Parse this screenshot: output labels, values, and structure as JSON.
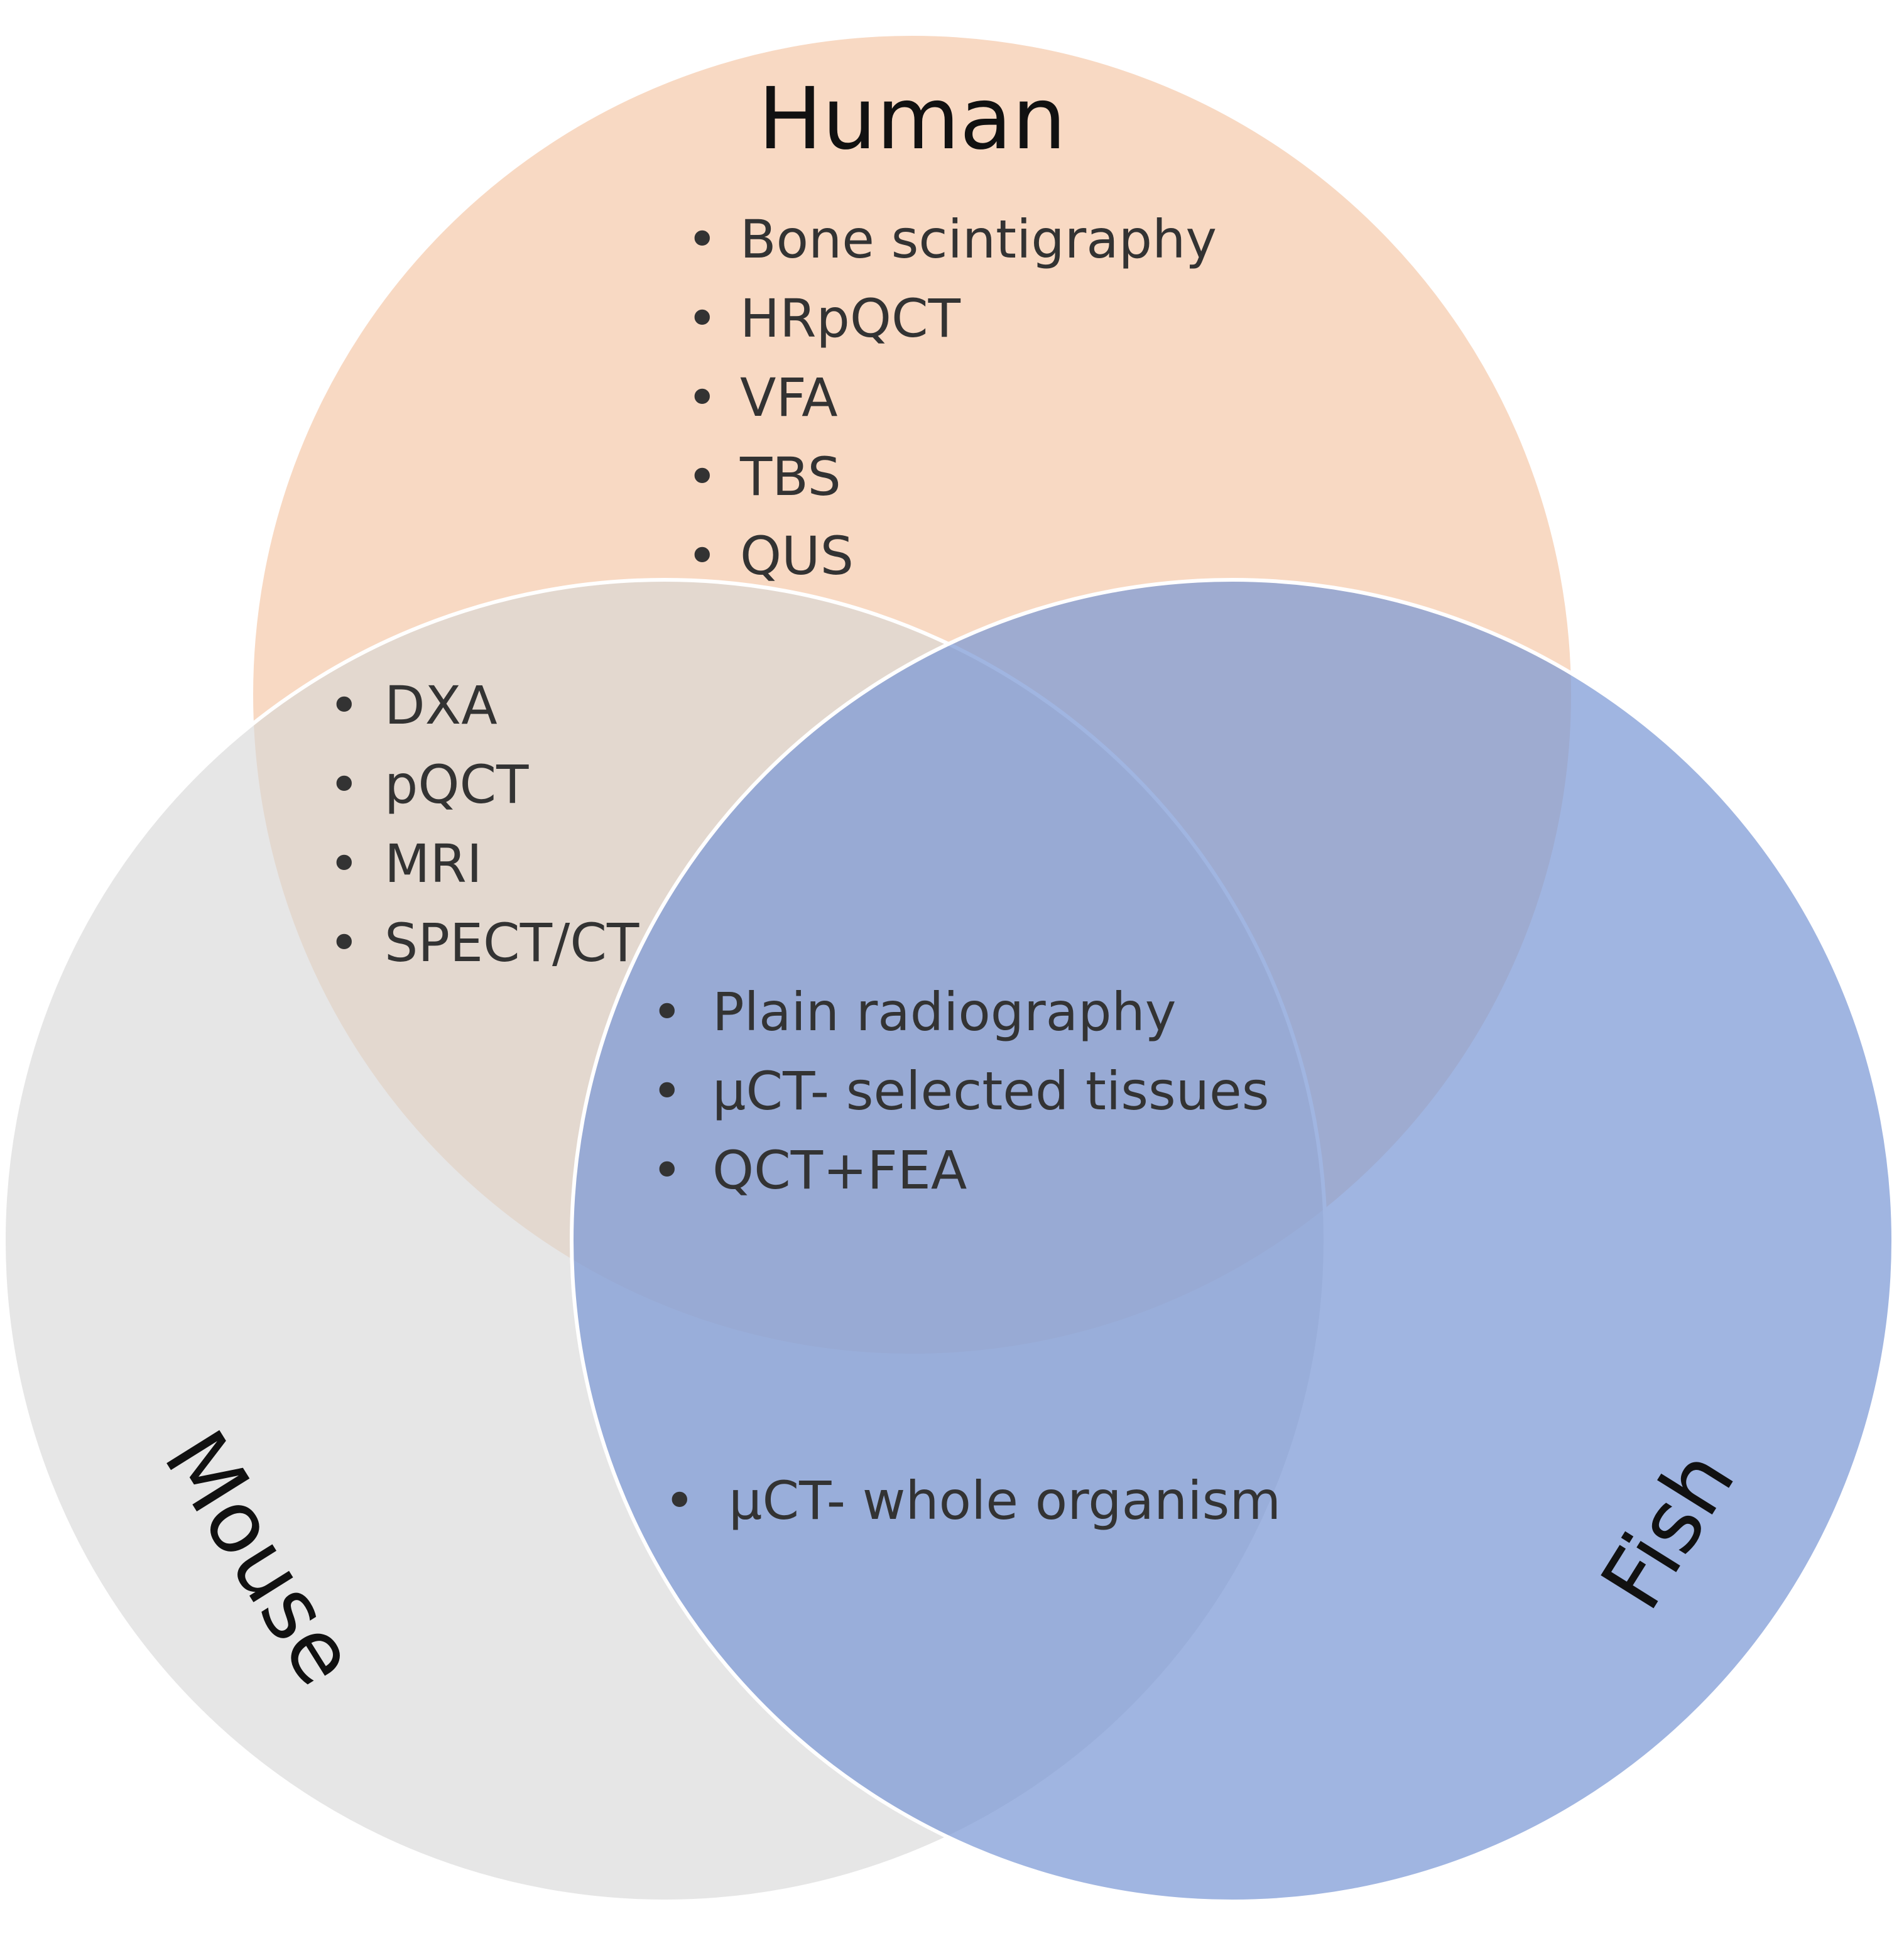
{
  "diagram": {
    "sets": [
      {
        "id": "human",
        "label": "Human",
        "fill": "#f8d9c3",
        "opacity": 1.0
      },
      {
        "id": "mouse",
        "label": "Mouse",
        "fill": "#d6d6d6",
        "opacity": 0.62
      },
      {
        "id": "fish",
        "label": "Fish",
        "fill": "#7b99d6",
        "opacity": 0.72
      }
    ],
    "regions": {
      "human_only": [
        "Bone scintigraphy",
        "HRpQCT",
        "VFA",
        "TBS",
        "QUS"
      ],
      "human_mouse": [
        "DXA",
        "pQCT",
        "MRI",
        "SPECT/CT"
      ],
      "all_three": [
        "Plain radiography",
        "µCT- selected tissues",
        "QCT+FEA"
      ],
      "mouse_fish": [
        "µCT- whole organism"
      ]
    },
    "bullet_char": "•",
    "colors": {
      "circle_outline": "#ffffff",
      "text": "#333333",
      "title_text": "#111111"
    }
  }
}
